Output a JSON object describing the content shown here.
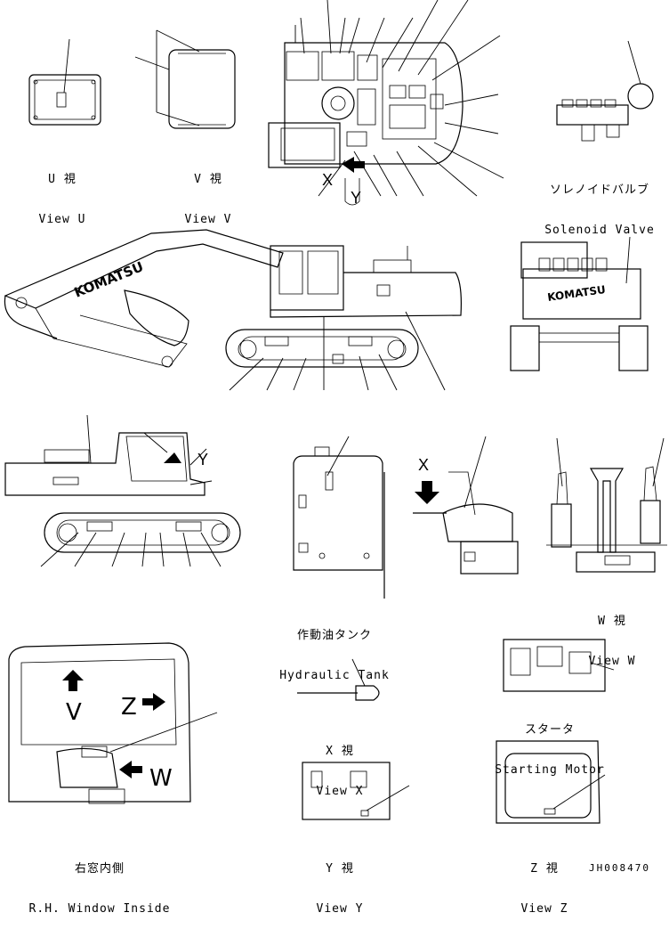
{
  "captions": {
    "view_u": {
      "jp": "U 視",
      "en": "View U"
    },
    "view_v": {
      "jp": "V 視",
      "en": "View V"
    },
    "solenoid": {
      "jp": "ソレノイドバルブ",
      "en": "Solenoid Valve"
    },
    "hydraulic": {
      "jp": "作動油タンク",
      "en": "Hydraulic Tank"
    },
    "view_w": {
      "jp": "W 視",
      "en": "View W"
    },
    "view_x": {
      "jp": "X 視",
      "en": "View X"
    },
    "starting": {
      "jp": "スタータ",
      "en": "Starting Motor"
    },
    "view_y": {
      "jp": "Y 視",
      "en": "View Y"
    },
    "view_z": {
      "jp": "Z 視",
      "en": "View Z"
    },
    "window": {
      "jp": "右窓内側",
      "en": "R.H. Window Inside"
    }
  },
  "brand": "KOMATSU",
  "markers": {
    "x_top": "X",
    "y_top": "Y",
    "y_side": "Y",
    "x_tank": "X",
    "v_cab": "V",
    "z_cab": "Z",
    "w_cab": "W"
  },
  "drawing_code": "JH008470"
}
